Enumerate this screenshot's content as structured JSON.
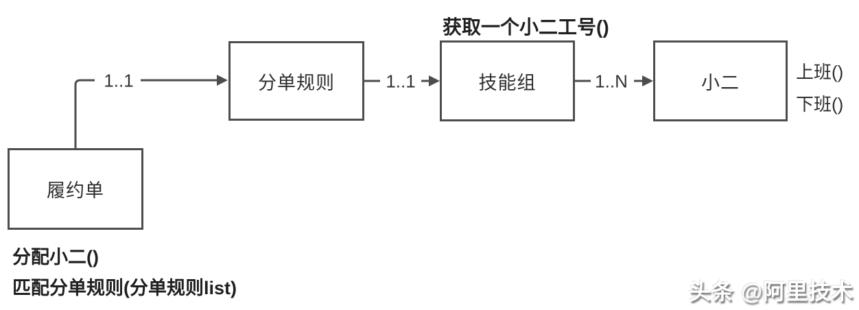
{
  "diagram": {
    "boxes": [
      {
        "id": "fulfillment-order",
        "label": "履约单"
      },
      {
        "id": "dispatch-rule",
        "label": "分单规则"
      },
      {
        "id": "skill-group",
        "label": "技能组"
      },
      {
        "id": "staff",
        "label": "小二"
      }
    ],
    "edges": [
      {
        "from": "履约单",
        "to": "分单规则",
        "label": "1..1"
      },
      {
        "from": "分单规则",
        "to": "技能组",
        "label": "1..1"
      },
      {
        "from": "技能组",
        "to": "小二",
        "label": "1..N"
      }
    ],
    "annotations": {
      "skill_group_method": "获取一个小二工号()",
      "staff_methods": [
        "上班()",
        "下班()"
      ],
      "fulfillment_order_methods": [
        "分配小二()",
        "匹配分单规则(分单规则list)"
      ]
    },
    "watermark": "头条 @阿里技术",
    "colors": {
      "line": "#4d4d4d",
      "text": "#2e2e2e",
      "background": "#ffffff"
    }
  }
}
